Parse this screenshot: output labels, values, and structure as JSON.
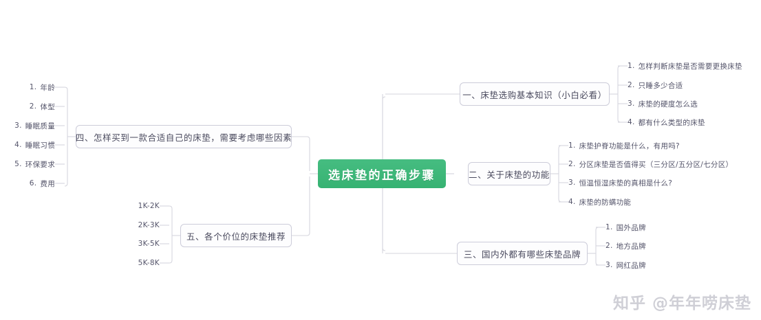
{
  "mindmap": {
    "root": {
      "label": "选床垫的正确步骤",
      "color": "#3cb878"
    },
    "branches": [
      {
        "id": "branch-1",
        "label": "一、床垫选购基本知识（小白必看）",
        "side": "right",
        "children": [
          {
            "index": "1.",
            "label": "怎样判断床垫是否需要更换床垫"
          },
          {
            "index": "2.",
            "label": "只睡多少合适"
          },
          {
            "index": "3.",
            "label": "床垫的硬度怎么选"
          },
          {
            "index": "4.",
            "label": "都有什么类型的床垫"
          }
        ]
      },
      {
        "id": "branch-2",
        "label": "二、关于床垫的功能",
        "side": "right",
        "children": [
          {
            "index": "1.",
            "label": "床垫护脊功能是什么，有用吗?"
          },
          {
            "index": "2.",
            "label": "分区床垫是否值得买（三分区/五分区/七分区）"
          },
          {
            "index": "3.",
            "label": "恒温恒湿床垫的真相是什么?"
          },
          {
            "index": "4.",
            "label": "床垫的防螨功能"
          }
        ]
      },
      {
        "id": "branch-3",
        "label": "三、国内外都有哪些床垫品牌",
        "side": "right",
        "children": [
          {
            "index": "1.",
            "label": "国外品牌"
          },
          {
            "index": "2.",
            "label": "地方品牌"
          },
          {
            "index": "3.",
            "label": "网红品牌"
          }
        ]
      },
      {
        "id": "branch-4",
        "label": "四、怎样买到一款合适自己的床垫，需要考虑哪些因素",
        "side": "left",
        "children": [
          {
            "index": "1.",
            "label": "年龄"
          },
          {
            "index": "2.",
            "label": "体型"
          },
          {
            "index": "3.",
            "label": "睡眠质量"
          },
          {
            "index": "4.",
            "label": "睡眠习惯"
          },
          {
            "index": "5.",
            "label": "环保要求"
          },
          {
            "index": "6.",
            "label": "费用"
          }
        ]
      },
      {
        "id": "branch-5",
        "label": "五、各个价位的床垫推荐",
        "side": "left",
        "children": [
          {
            "index": "",
            "label": "1K-2K"
          },
          {
            "index": "",
            "label": "2K-3K"
          },
          {
            "index": "",
            "label": "3K-5K"
          },
          {
            "index": "",
            "label": "5K-8K"
          }
        ]
      }
    ]
  },
  "watermark": {
    "text": "知乎 @年年唠床垫"
  }
}
